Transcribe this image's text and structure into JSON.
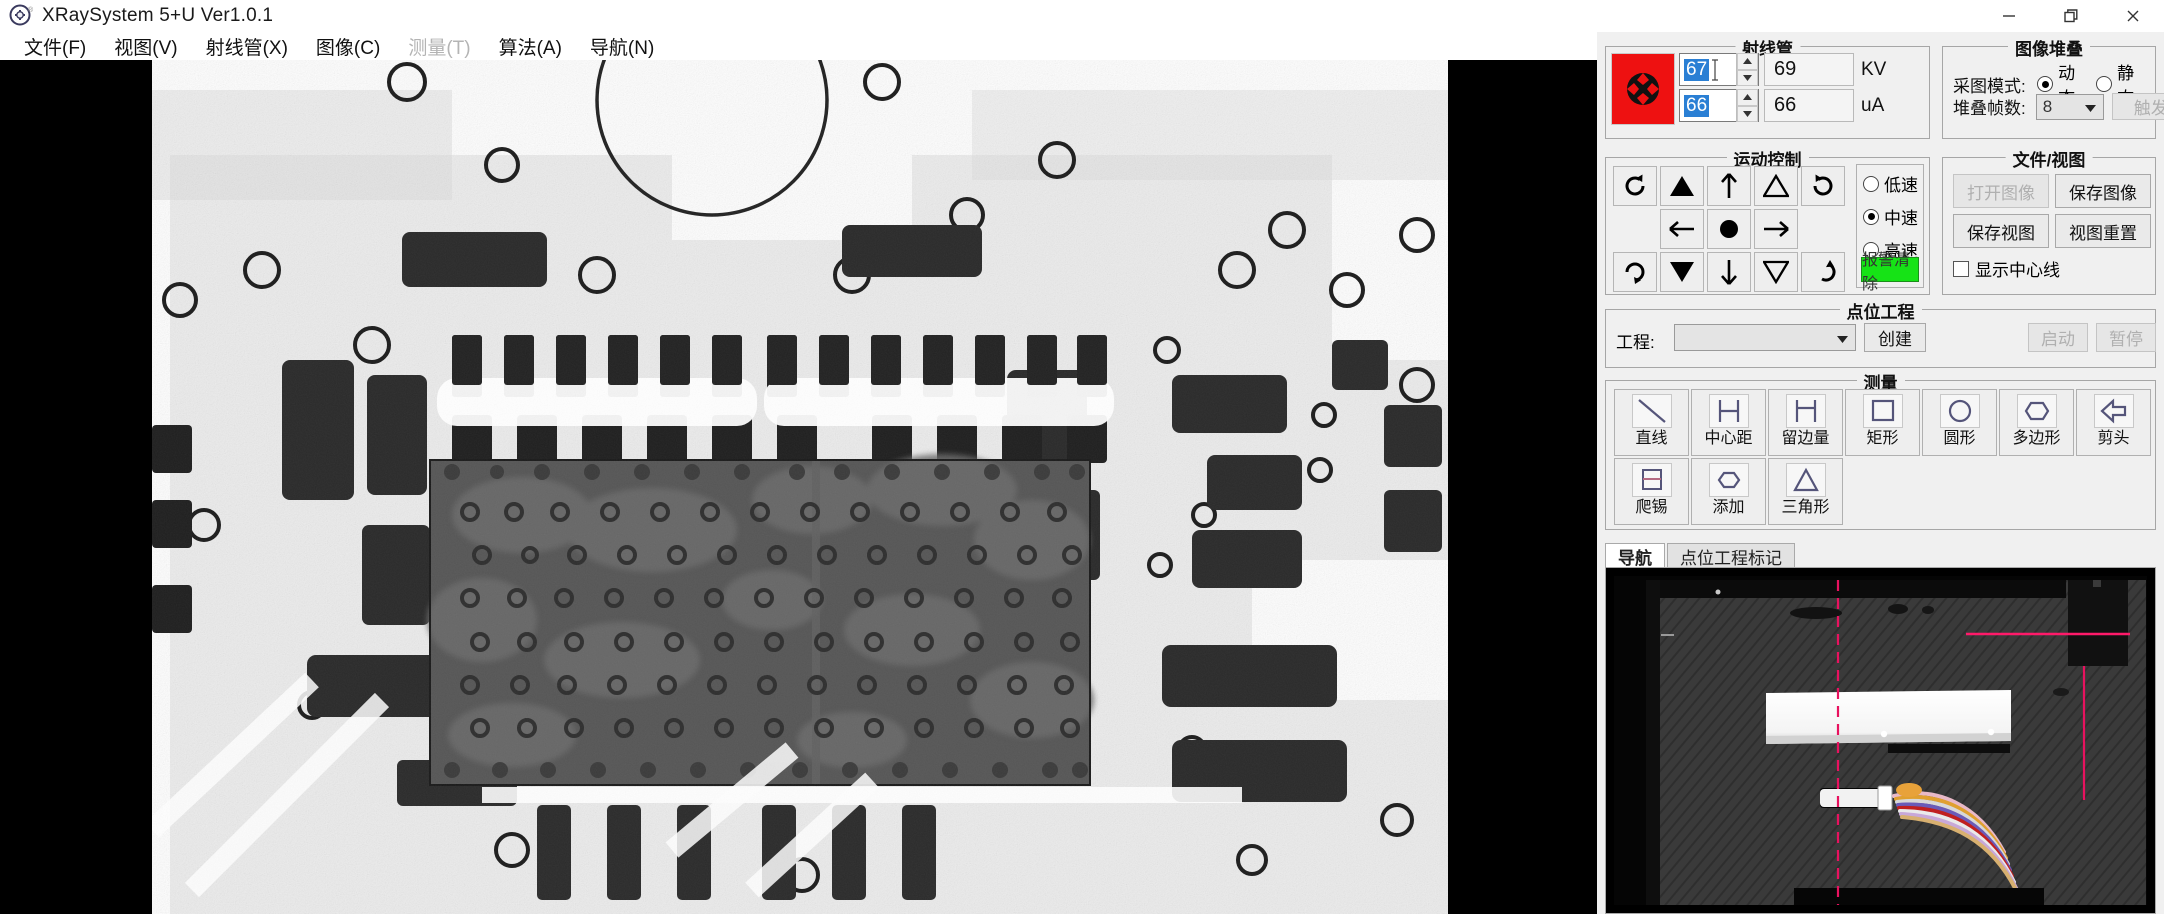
{
  "window": {
    "title": "XRaySystem 5+U Ver1.0.1",
    "logo_icon": "app-logo-icon",
    "minimize_icon": "minimize-icon",
    "maximize_icon": "restore-icon",
    "close_icon": "close-icon"
  },
  "menubar": {
    "items": [
      {
        "label": "文件(F)",
        "disabled": false
      },
      {
        "label": "视图(V)",
        "disabled": false
      },
      {
        "label": "射线管(X)",
        "disabled": false
      },
      {
        "label": "图像(C)",
        "disabled": false
      },
      {
        "label": "测量(T)",
        "disabled": true
      },
      {
        "label": "算法(A)",
        "disabled": false
      },
      {
        "label": "导航(N)",
        "disabled": false
      }
    ]
  },
  "image_view": {
    "name": "xray-image-canvas",
    "description": "X-ray radiograph of PCB with BGA solder joints and voids"
  },
  "tube_panel": {
    "title": "射线管",
    "status_icon": "radiation-warning-icon",
    "status_color": "#ee1111",
    "kv": {
      "input_value": "67",
      "readout": "69",
      "unit": "KV"
    },
    "ua": {
      "input_value": "66",
      "readout": "66",
      "unit": "uA"
    }
  },
  "stack_panel": {
    "title": "图像堆叠",
    "mode_label": "采图模式:",
    "mode_options": [
      {
        "label": "动态",
        "selected": true
      },
      {
        "label": "静态",
        "selected": false
      }
    ],
    "frames_label": "堆叠帧数:",
    "frames_value": "8",
    "trigger_label": "触发",
    "trigger_disabled": true
  },
  "motion_panel": {
    "title": "运动控制",
    "buttons": [
      {
        "name": "rotate-cw-top-left",
        "glyph": "rot-cw"
      },
      {
        "name": "move-up-filled",
        "glyph": "tri-up-fill"
      },
      {
        "name": "move-up-arrow",
        "glyph": "arrow-up"
      },
      {
        "name": "tilt-up-outline",
        "glyph": "tri-up-out"
      },
      {
        "name": "rotate-ccw-top-right",
        "glyph": "rot-ccw"
      },
      {
        "name": "spacer",
        "glyph": "none"
      },
      {
        "name": "move-left-arrow",
        "glyph": "arrow-left"
      },
      {
        "name": "home-center",
        "glyph": "dot"
      },
      {
        "name": "move-right-arrow",
        "glyph": "arrow-right"
      },
      {
        "name": "spacer2",
        "glyph": "none"
      },
      {
        "name": "rotate-cw-bottom-left",
        "glyph": "rot-cw-b"
      },
      {
        "name": "move-down-filled",
        "glyph": "tri-down-fill"
      },
      {
        "name": "move-down-arrow",
        "glyph": "arrow-down"
      },
      {
        "name": "tilt-down-outline",
        "glyph": "tri-down-out"
      },
      {
        "name": "undo-bottom-right",
        "glyph": "undo"
      }
    ],
    "speed_options": [
      {
        "label": "低速",
        "selected": false
      },
      {
        "label": "中速",
        "selected": true
      },
      {
        "label": "高速",
        "selected": false
      }
    ],
    "alarm_clear_label": "报警清除",
    "alarm_color": "#16e316"
  },
  "file_panel": {
    "title": "文件/视图",
    "open_image": {
      "label": "打开图像",
      "disabled": true
    },
    "save_image": {
      "label": "保存图像",
      "disabled": false
    },
    "save_view": {
      "label": "保存视图",
      "disabled": false
    },
    "reset_view": {
      "label": "视图重置",
      "disabled": false
    },
    "center_line": {
      "label": "显示中心线",
      "checked": false
    }
  },
  "point_panel": {
    "title": "点位工程",
    "project_label": "工程:",
    "project_value": "",
    "create_label": "创建",
    "start_label": "启动",
    "start_disabled": true,
    "pause_label": "暂停",
    "pause_disabled": true
  },
  "measure_panel": {
    "title": "测量",
    "tools": [
      {
        "label": "直线",
        "icon": "line-icon"
      },
      {
        "label": "中心距",
        "icon": "center-distance-icon"
      },
      {
        "label": "留边量",
        "icon": "edge-margin-icon"
      },
      {
        "label": "矩形",
        "icon": "rectangle-icon"
      },
      {
        "label": "圆形",
        "icon": "circle-icon"
      },
      {
        "label": "多边形",
        "icon": "polygon-icon"
      },
      {
        "label": "剪头",
        "icon": "arrow-icon"
      },
      {
        "label": "爬锡",
        "icon": "solder-wicking-icon"
      },
      {
        "label": "添加",
        "icon": "add-polygon-icon"
      },
      {
        "label": "三角形",
        "icon": "triangle-icon"
      }
    ]
  },
  "bottom_tabs": {
    "tabs": [
      {
        "label": "导航",
        "active": true
      },
      {
        "label": "点位工程标记",
        "active": false
      }
    ]
  },
  "nav_camera": {
    "name": "navigation-camera-view",
    "description": "Live camera of dark textured tray with white bracket, cable harness and red laser crosshair",
    "laser_color": "#e8125f"
  }
}
